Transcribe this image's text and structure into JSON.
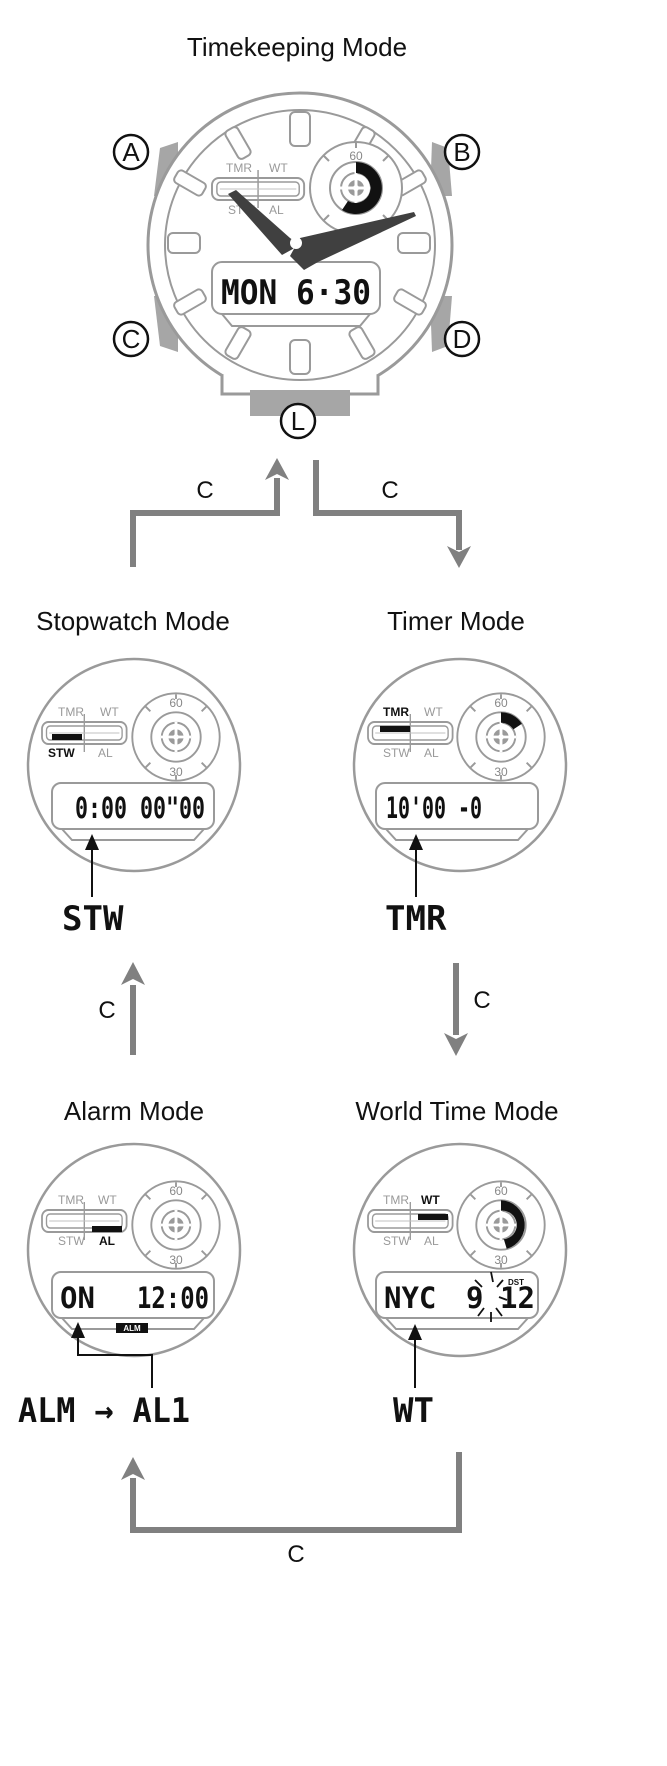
{
  "titles": {
    "timekeeping": "Timekeeping Mode",
    "stopwatch": "Stopwatch Mode",
    "timer": "Timer Mode",
    "alarm": "Alarm Mode",
    "worldtime": "World Time Mode"
  },
  "buttons": {
    "a": "A",
    "b": "B",
    "c": "C",
    "d": "D",
    "l": "L"
  },
  "flow_label": "C",
  "indicators": {
    "tmr": "TMR",
    "wt": "WT",
    "stw": "STW",
    "al": "AL",
    "sixty": "60",
    "thirty": "30"
  },
  "displays": {
    "timekeeping": "MON  6·30",
    "stopwatch": "0:00 00\"00",
    "timer": "10'00  -0",
    "alarm_left": "ON",
    "alarm_right": "12:00",
    "alarm_badge": "ALM",
    "worldtime_city": "NYC",
    "worldtime_hour": "9",
    "worldtime_min": "12",
    "worldtime_dst": "DST"
  },
  "mode_codes": {
    "stopwatch": "STW",
    "timer": "TMR",
    "alarm": "ALM → AL1",
    "worldtime": "WT"
  },
  "colors": {
    "outline": "#9a9a9a",
    "buttons": "#a6a6a6",
    "flow": "#808080",
    "ink": "#111111"
  }
}
